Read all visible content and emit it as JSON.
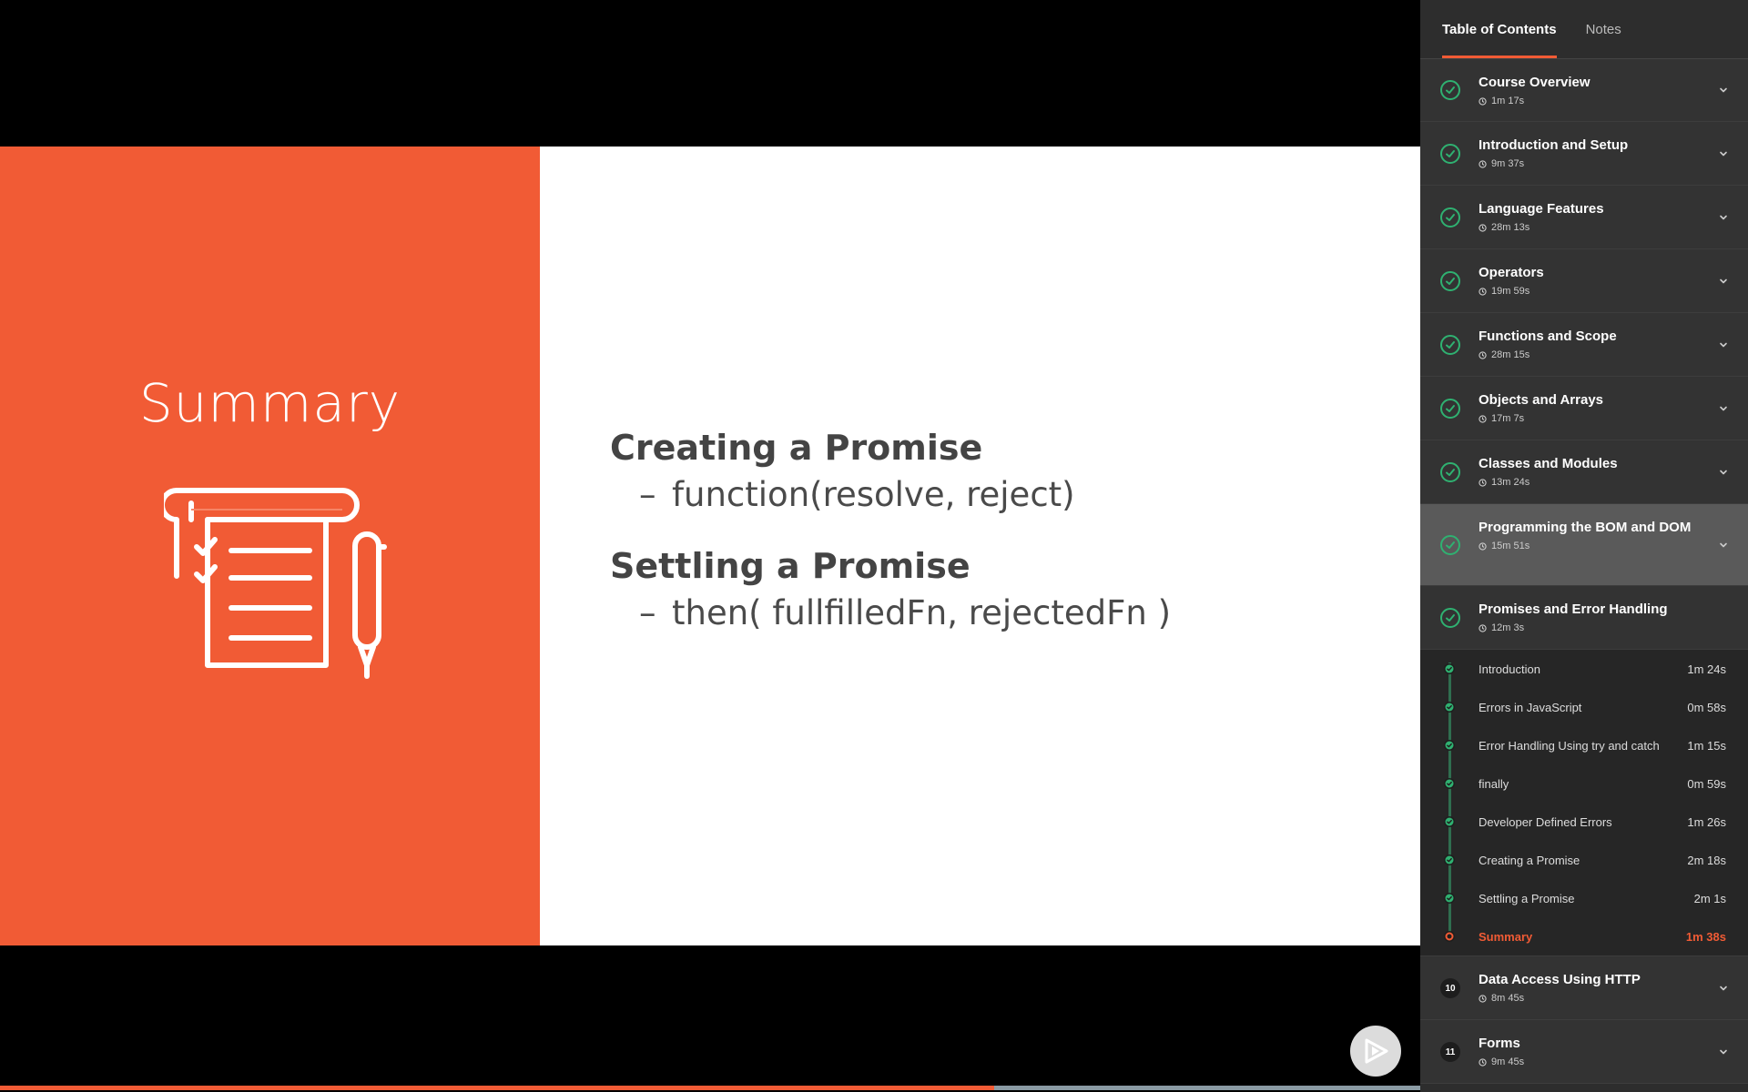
{
  "slide": {
    "heading": "Summary",
    "points": [
      {
        "title": "Creating a Promise",
        "sub": "function(resolve, reject)"
      },
      {
        "title": "Settling a Promise",
        "sub": "then( fullfilledFn, rejectedFn )"
      }
    ]
  },
  "progress": {
    "fraction": 0.7
  },
  "colors": {
    "accent": "#f15b35",
    "done": "#2fb171",
    "sidebar_bg": "#2d2d2d"
  },
  "sidebar": {
    "tabs": [
      "Table of Contents",
      "Notes"
    ],
    "modules": [
      {
        "title": "Course Overview",
        "duration": "1m 17s",
        "status": "done"
      },
      {
        "title": "Introduction and Setup",
        "duration": "9m 37s",
        "status": "done"
      },
      {
        "title": "Language Features",
        "duration": "28m 13s",
        "status": "done"
      },
      {
        "title": "Operators",
        "duration": "19m 59s",
        "status": "done"
      },
      {
        "title": "Functions and Scope",
        "duration": "28m 15s",
        "status": "done"
      },
      {
        "title": "Objects and Arrays",
        "duration": "17m 7s",
        "status": "done"
      },
      {
        "title": "Classes and Modules",
        "duration": "13m 24s",
        "status": "done"
      },
      {
        "title": "Programming the BOM and DOM",
        "duration": "15m 51s",
        "status": "done"
      },
      {
        "title": "Promises and Error Handling",
        "duration": "12m 3s",
        "status": "done"
      },
      {
        "title": "Data Access Using HTTP",
        "duration": "8m 45s",
        "status": "10"
      },
      {
        "title": "Forms",
        "duration": "9m 45s",
        "status": "11"
      }
    ],
    "clips": [
      {
        "title": "Introduction",
        "duration": "1m 24s"
      },
      {
        "title": "Errors in JavaScript",
        "duration": "0m 58s"
      },
      {
        "title": "Error Handling Using try and catch",
        "duration": "1m 15s"
      },
      {
        "title": "finally",
        "duration": "0m 59s"
      },
      {
        "title": "Developer Defined Errors",
        "duration": "1m 26s"
      },
      {
        "title": "Creating a Promise",
        "duration": "2m 18s"
      },
      {
        "title": "Settling a Promise",
        "duration": "2m 1s"
      },
      {
        "title": "Summary",
        "duration": "1m 38s"
      }
    ]
  }
}
